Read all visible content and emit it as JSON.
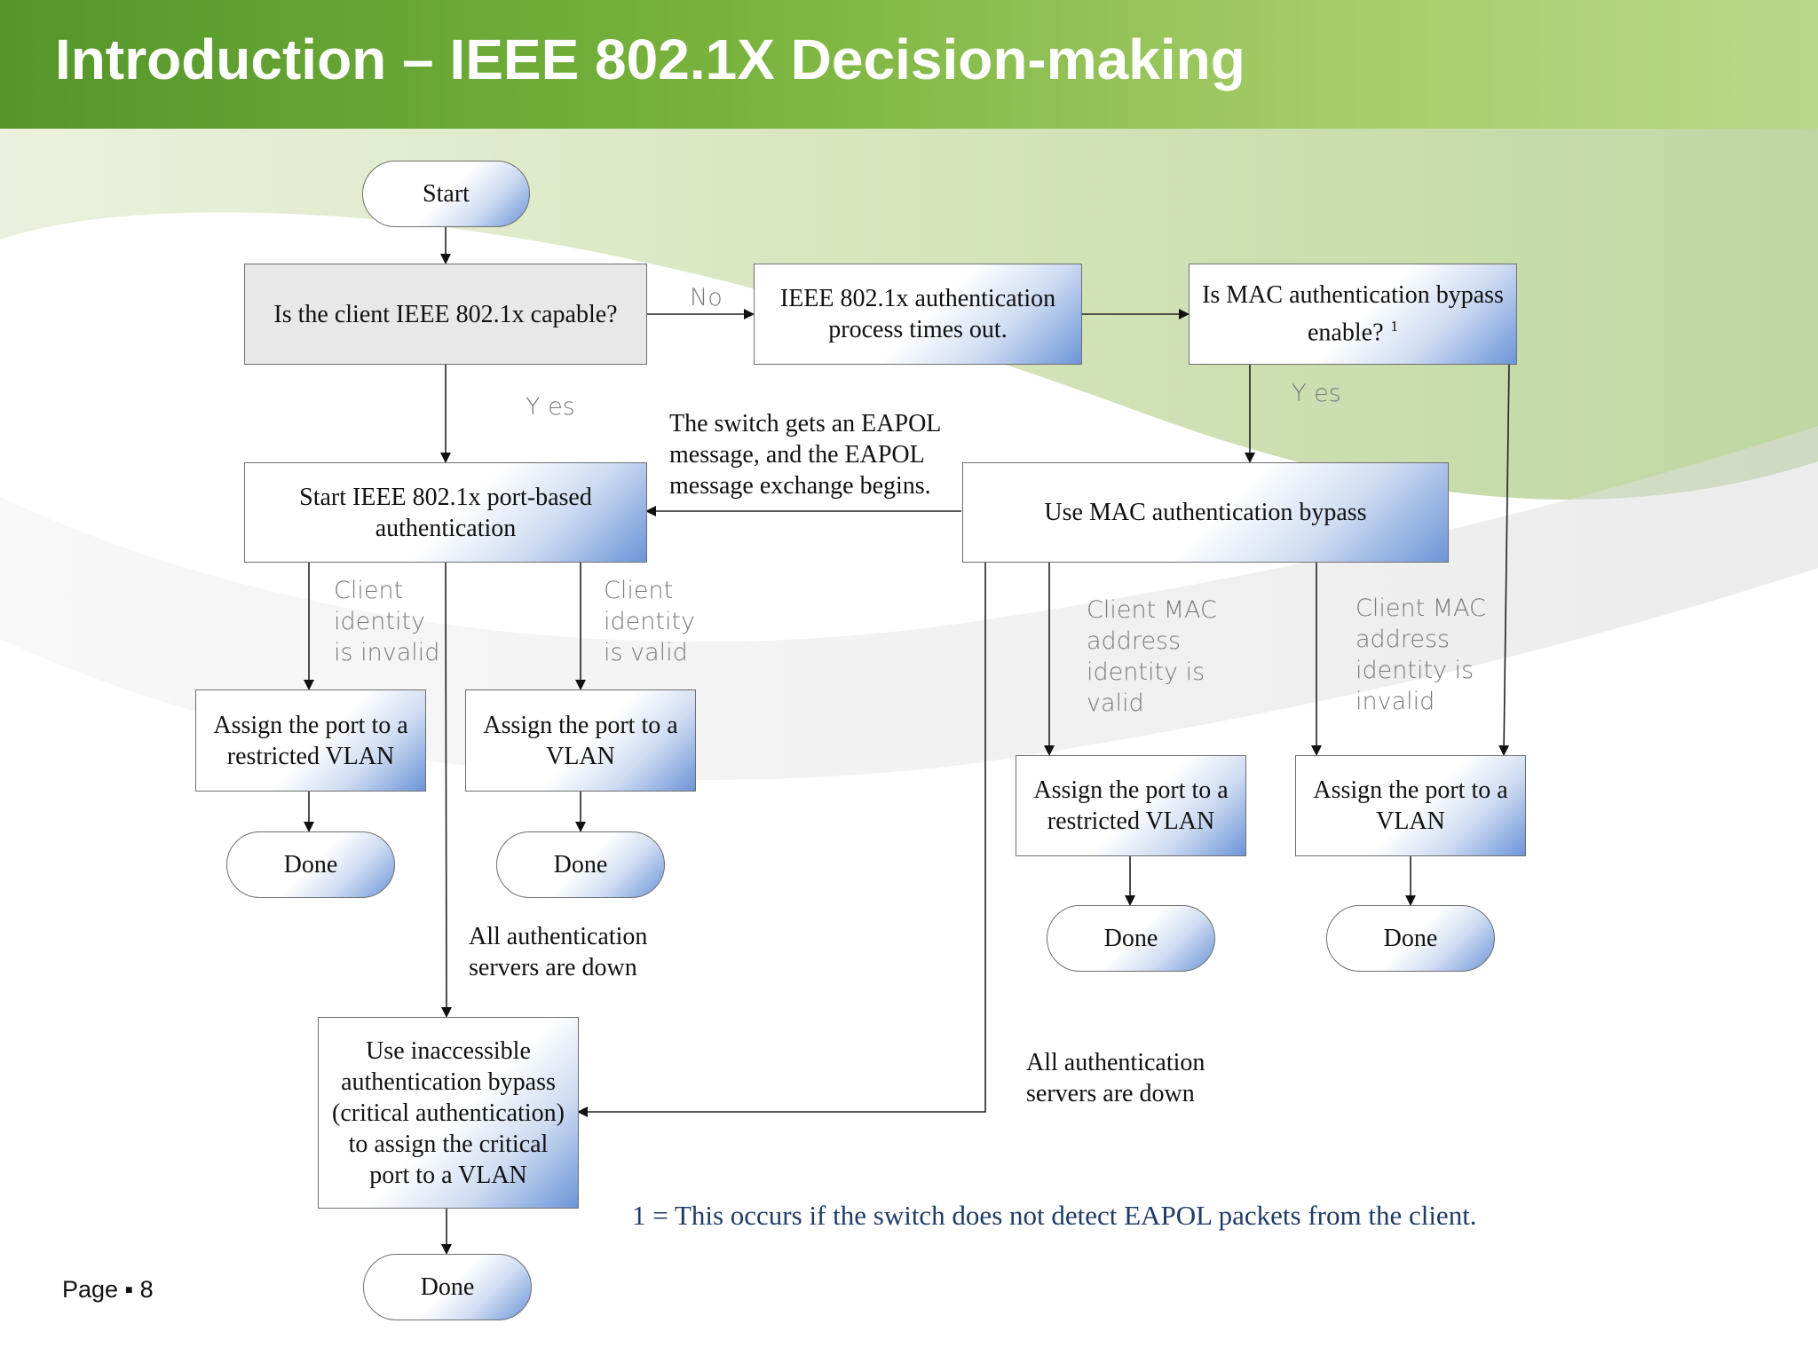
{
  "title": "Introduction – IEEE 802.1X Decision-making",
  "nodes": {
    "start": "Start",
    "capable": "Is the client IEEE 802.1x capable?",
    "timeout": "IEEE 802.1x authentication\nprocess times out.",
    "mab_enable": "Is MAC authentication bypass\nenable?",
    "mab_enable_sup": "1",
    "start_auth": "Start IEEE 802.1x port-based\nauthentication",
    "use_mab": "Use MAC authentication bypass",
    "assign_restricted_1": "Assign the port to a\nrestricted VLAN",
    "assign_vlan_1": "Assign the port to a\nVLAN",
    "assign_restricted_2": "Assign the port to a\nrestricted VLAN",
    "assign_vlan_2": "Assign the port to a\nVLAN",
    "critical": "Use inaccessible\nauthentication bypass\n(critical authentication)\nto assign the critical\nport to a VLAN",
    "done": "Done"
  },
  "labels": {
    "no": "No",
    "yes_left": "Y es",
    "yes_right": "Y es",
    "eapol": "The switch gets an EAPOL\nmessage, and the EAPOL\nmessage exchange begins.",
    "client_invalid": "Client\nidentity\nis invalid",
    "client_valid": "Client\nidentity\nis valid",
    "mac_valid": "Client MAC\naddress\nidentity is\nvalid",
    "mac_invalid": "Client MAC\naddress\nidentity is\ninvalid",
    "servers_down_1": "All authentication\nservers are down",
    "servers_down_2": "All authentication\nservers are down"
  },
  "footnote": "1 = This occurs if the switch does not detect EAPOL packets from the client.",
  "page_label": "Page ▪ 8",
  "colors": {
    "header_green": "#6aa832",
    "box_gradient_blue": "#6c95d8",
    "footnote_blue": "#1f3b66"
  }
}
